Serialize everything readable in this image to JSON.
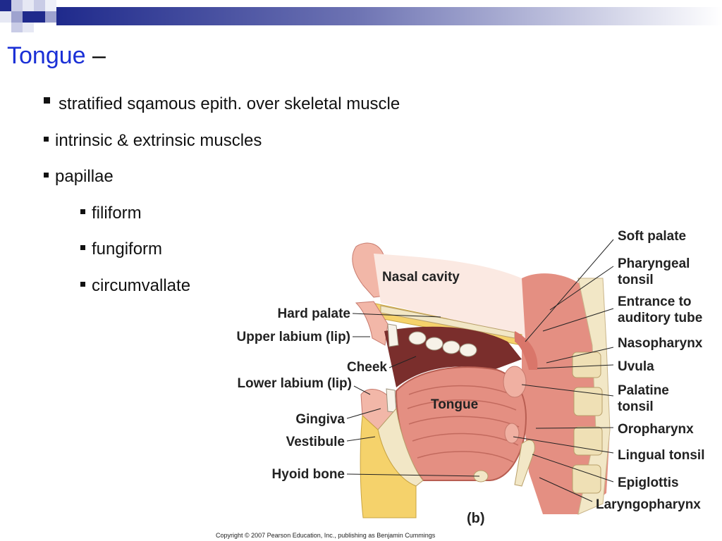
{
  "slide": {
    "title": "Tongue",
    "title_dash": " –",
    "bullets": [
      {
        "text": "stratified sqamous epith. over skeletal muscle",
        "level": 1
      },
      {
        "text": "intrinsic & extrinsic muscles",
        "level": 1
      },
      {
        "text": "papillae",
        "level": 1
      },
      {
        "text": "filiform",
        "level": 2
      },
      {
        "text": "fungiform",
        "level": 2
      },
      {
        "text": "circumvallate",
        "level": 2
      }
    ]
  },
  "figure": {
    "labels_left": {
      "hard_palate": "Hard palate",
      "upper_labium": "Upper labium (lip)",
      "cheek": "Cheek",
      "lower_labium": "Lower labium (lip)",
      "gingiva": "Gingiva",
      "vestibule": "Vestibule",
      "hyoid_bone": "Hyoid bone"
    },
    "labels_inner": {
      "nasal_cavity": "Nasal cavity",
      "tongue": "Tongue"
    },
    "labels_right": {
      "soft_palate": "Soft palate",
      "pharyngeal_tonsil_1": "Pharyngeal",
      "pharyngeal_tonsil_2": "tonsil",
      "auditory_tube_1": "Entrance to",
      "auditory_tube_2": "auditory tube",
      "nasopharynx": "Nasopharynx",
      "uvula": "Uvula",
      "palatine_tonsil_1": "Palatine",
      "palatine_tonsil_2": "tonsil",
      "oropharynx": "Oropharynx",
      "lingual_tonsil": "Lingual tonsil",
      "epiglottis": "Epiglottis",
      "laryngopharynx": "Laryngopharynx"
    },
    "panel_label": "(b)",
    "copyright": "Copyright © 2007 Pearson Education, Inc., publishing as Benjamin Cummings"
  },
  "colors": {
    "title": "#1a2fd6",
    "header_navy": "#1f2a8c",
    "tissue": "#e48f82",
    "tissue_light": "#f2b7a8",
    "bone": "#f2e7c6",
    "fat": "#f5d26b"
  }
}
